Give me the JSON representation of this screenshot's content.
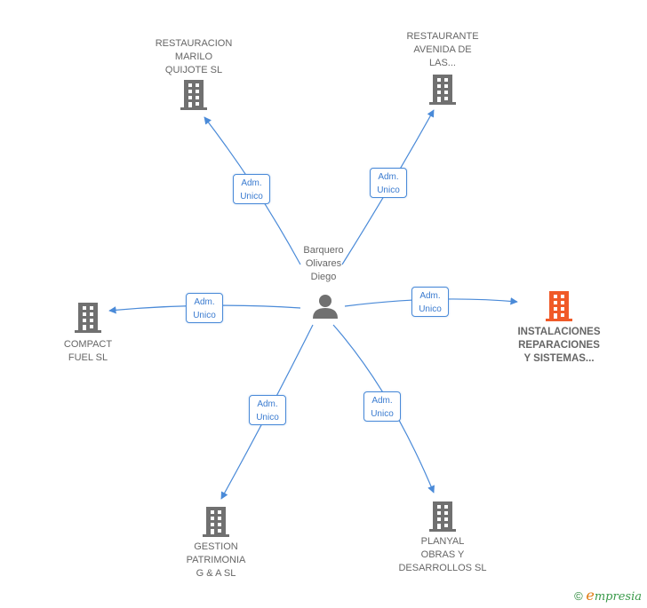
{
  "center": {
    "name": "Barquero\nOlivares\nDiego",
    "icon": "person-icon"
  },
  "edge_label": {
    "line1": "Adm.",
    "line2": "Unico"
  },
  "companies": [
    {
      "id": "restauracion-marilo",
      "name": "RESTAURACION\nMARILO\nQUIJOTE  SL",
      "highlight": false,
      "role": "Adm. Unico"
    },
    {
      "id": "restaurante-avenida",
      "name": "RESTAURANTE\nAVENIDA DE\nLAS...",
      "highlight": false,
      "role": "Adm. Unico"
    },
    {
      "id": "compact-fuel",
      "name": "COMPACT\nFUEL  SL",
      "highlight": false,
      "role": "Adm. Unico"
    },
    {
      "id": "instalaciones-reparaciones",
      "name": "INSTALACIONES\nREPARACIONES\nY SISTEMAS...",
      "highlight": true,
      "role": "Adm. Unico"
    },
    {
      "id": "gestion-patrimonia",
      "name": "GESTION\nPATRIMONIA\nG & A  SL",
      "highlight": false,
      "role": "Adm. Unico"
    },
    {
      "id": "planyal-obras",
      "name": "PLANYAL\nOBRAS Y\nDESARROLLOS SL",
      "highlight": false,
      "role": "Adm. Unico"
    }
  ],
  "colors": {
    "edge": "#4a8ad8",
    "building": "#707070",
    "building_highlight": "#f05a28",
    "text": "#666666"
  },
  "footer": {
    "copyright": "©",
    "brand_initial": "e",
    "brand_rest": "mpresia"
  }
}
